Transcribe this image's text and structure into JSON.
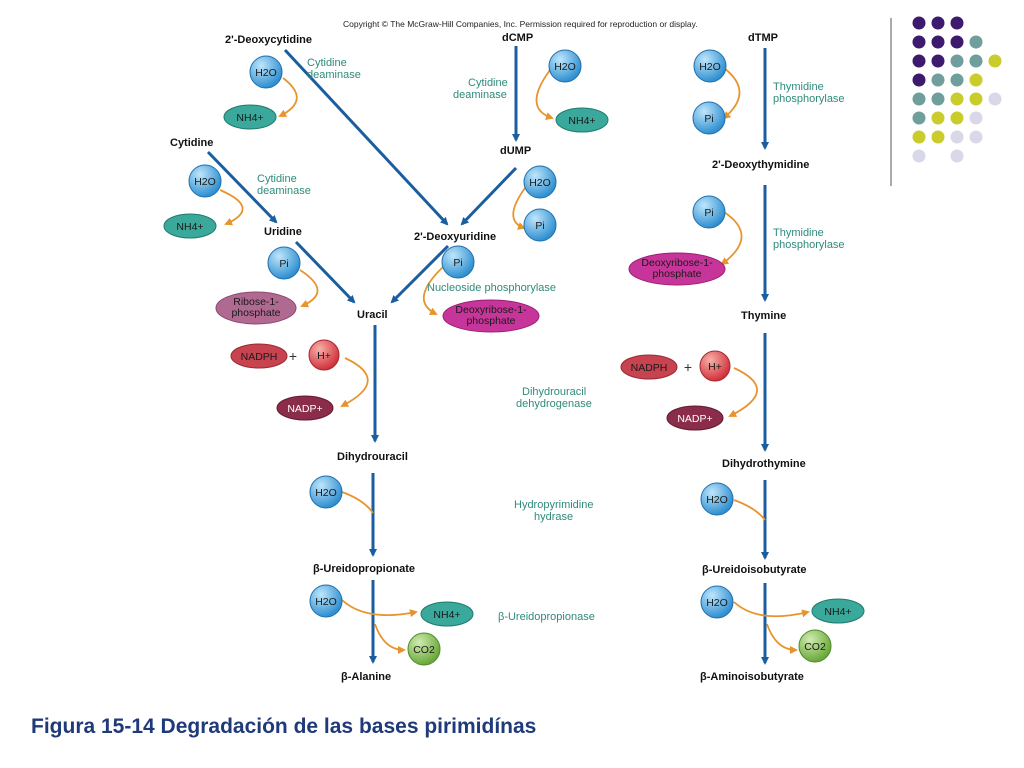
{
  "copyright": "Copyright © The McGraw-Hill Companies, Inc. Permission required for reproduction or display.",
  "figure_title": "Figura 15-14 Degradación de las bases pirimidínas",
  "compounds": {
    "deoxycytidine": "2'-Deoxycytidine",
    "cytidine": "Cytidine",
    "uridine": "Uridine",
    "dcmp": "dCMP",
    "dump": "dUMP",
    "deoxyuridine": "2'-Deoxyuridine",
    "uracil": "Uracil",
    "dihydrouracil": "Dihydrouracil",
    "ureidopropionate": "β-Ureidopropionate",
    "alanine": "β-Alanine",
    "dtmp": "dTMP",
    "deoxythymidine": "2'-Deoxythymidine",
    "thymine": "Thymine",
    "dihydrothymine": "Dihydrothymine",
    "ureidoisobutyrate": "β-Ureidoisobutyrate",
    "aminoisobutyrate": "β-Aminoisobutyrate"
  },
  "enzymes": {
    "cytidine_deaminase_1": [
      "Cytidine",
      "deaminase"
    ],
    "cytidine_deaminase_2": [
      "Cytidine",
      "deaminase"
    ],
    "cytidine_deaminase_3": [
      "Cytidine",
      "deaminase"
    ],
    "nucleoside_phosphorylase": "Nucleoside phosphorylase",
    "dihydrouracil_dehydrogenase": [
      "Dihydrouracil",
      "dehydrogenase"
    ],
    "hydropyrimidine_hydrase": [
      "Hydropyrimidine",
      "hydrase"
    ],
    "ureidopropionase": "β-Ureidopropionase",
    "thymidine_phosphorylase_1": [
      "Thymidine",
      "phosphorylase"
    ],
    "thymidine_phosphorylase_2": [
      "Thymidine",
      "phosphorylase"
    ]
  },
  "molecules": {
    "water": "H2O",
    "ammonium": "NH4+",
    "phosphate": "Pi",
    "ribose_1_phosphate": [
      "Ribose-1-",
      "phosphate"
    ],
    "deoxyribose_1_phosphate": [
      "Deoxyribose-1-",
      "phosphate"
    ],
    "nadph": "NADPH",
    "proton": "H+",
    "nadp": "NADP+",
    "co2": "CO2",
    "plus": "+"
  },
  "colors": {
    "arrow_blue": "#1a5ea0",
    "side_arrow_orange": "#e8942e",
    "enzyme_teal": "#2e8b7a",
    "water_blue": "#4aa8e0",
    "ammonium_teal": "#3aa89a",
    "nadph_red": "#c7434f",
    "nadp_maroon": "#8a2c4a",
    "ribose_mauve": "#b06a92",
    "deoxyribose_magenta": "#c8359a",
    "co2_green": "#7ab648",
    "title_blue": "#1f3a7a"
  },
  "dot_grid": {
    "rows": [
      [
        "#3d1a6e",
        "#3d1a6e",
        "#3d1a6e",
        null,
        null
      ],
      [
        "#3d1a6e",
        "#3d1a6e",
        "#3d1a6e",
        "#6f9e9c",
        null
      ],
      [
        "#3d1a6e",
        "#3d1a6e",
        "#6f9e9c",
        "#6f9e9c",
        "#c9cc2a"
      ],
      [
        "#3d1a6e",
        "#6f9e9c",
        "#6f9e9c",
        "#c9cc2a",
        null
      ],
      [
        "#6f9e9c",
        "#6f9e9c",
        "#c9cc2a",
        "#c9cc2a",
        "#d8d8e8"
      ],
      [
        "#6f9e9c",
        "#c9cc2a",
        "#c9cc2a",
        "#d8d8e8",
        null
      ],
      [
        "#c9cc2a",
        "#c9cc2a",
        "#d8d8e8",
        "#d8d8e8",
        null
      ],
      [
        "#d8d8e8",
        null,
        "#d8d8e8",
        null,
        null
      ]
    ]
  }
}
